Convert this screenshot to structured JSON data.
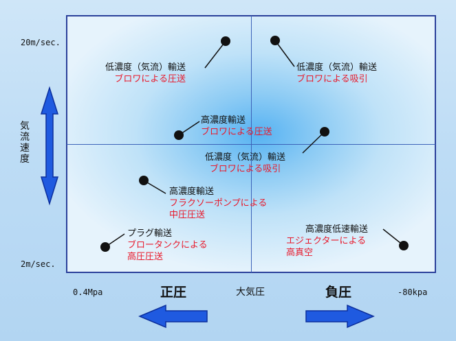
{
  "axes": {
    "y_top_label": "20m/sec.",
    "y_bottom_label": "2m/sec.",
    "y_title": "気流速度",
    "x_left_label": "0.4Mpa",
    "x_center_label": "大気圧",
    "x_right_label": "-80kpa",
    "positive_label": "正圧",
    "negative_label": "負圧"
  },
  "colors": {
    "frame": "#2a3f9a",
    "arrow": "#1f5ae0",
    "accent_text": "#e8182a",
    "point": "#111111"
  },
  "points": [
    {
      "id": "p1",
      "line1": "低濃度（気流）輸送",
      "line2": "ブロワによる圧送"
    },
    {
      "id": "p2",
      "line1": "低濃度（気流）輸送",
      "line2": "ブロワによる吸引"
    },
    {
      "id": "p3",
      "line1": "高濃度輸送",
      "line2": "ブロワによる圧送"
    },
    {
      "id": "p4",
      "line1": "低濃度（気流）輸送",
      "line2": "ブロワによる吸引"
    },
    {
      "id": "p5",
      "line1": "高濃度輸送",
      "line2": "フラクソーポンプによる",
      "line3": "中圧圧送"
    },
    {
      "id": "p6",
      "line1": "プラグ輸送",
      "line2": "ブロータンクによる",
      "line3": "高圧圧送"
    },
    {
      "id": "p7",
      "line1": "高濃度低速輸送",
      "line2": "エジェクターによる",
      "line3": "高真空"
    }
  ]
}
